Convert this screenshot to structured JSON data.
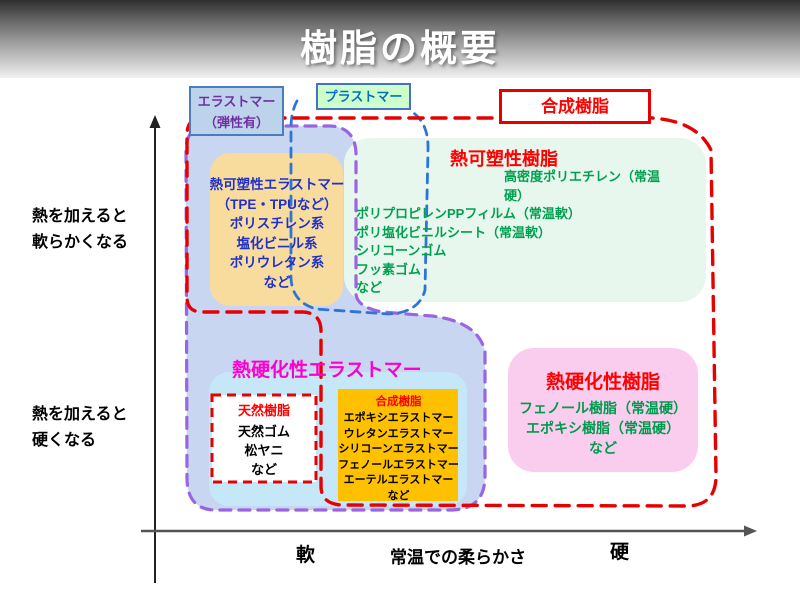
{
  "title": "樹脂の概要",
  "legend_boxes": {
    "elastomer": {
      "line1": "エラストマー",
      "line2": "（弾性有）"
    },
    "plastomer": {
      "label": "プラストマー"
    },
    "synthetic_resin": {
      "label": "合成樹脂"
    }
  },
  "axes": {
    "y_upper_line1": "熱を加えると",
    "y_upper_line2": "軟らかくなる",
    "y_lower_line1": "熱を加えると",
    "y_lower_line2": "硬くなる",
    "x_left": "軟",
    "x_center": "常温での柔らかさ",
    "x_right": "硬"
  },
  "regions": {
    "thermoplastic_resin": {
      "title": "熱可塑性樹脂",
      "items_indented": [
        "高密度ポリエチレン（常温",
        "硬）"
      ],
      "items": [
        "ポリプロピレンPPフィルム（常温軟）",
        "ポリ塩化ビニルシート（常温軟）",
        "シリコーンゴム",
        "フッ素ゴム",
        "など"
      ]
    },
    "thermoplastic_elastomer": {
      "lines": [
        "熱可塑性エラストマー",
        "（TPE・TPUなど）",
        "ポリスチレン系",
        "塩化ビニル系",
        "ポリウレタン系",
        "など"
      ]
    },
    "thermosetting_elastomer": {
      "title": "熱硬化性エラストマー"
    },
    "natural_resin": {
      "title": "天然樹脂",
      "items": [
        "天然ゴム",
        "松ヤニ",
        "など"
      ]
    },
    "synthetic_elastomer": {
      "title": "合成樹脂",
      "items": [
        "エポキシエラストマー",
        "ウレタンエラストマー",
        "シリコーンエラストマー",
        "フェノールエラストマー",
        "エーテルエラストマー",
        "など"
      ]
    },
    "thermosetting_resin": {
      "title": "熱硬化性樹脂",
      "items": [
        "フェノール樹脂（常温硬）",
        "エポキシ樹脂（常温硬）",
        "など"
      ]
    }
  },
  "colors": {
    "synthetic_outline_red": "#e60000",
    "elastomer_outline_purple": "#9a66e0",
    "plastomer_outline_blue": "#2e75d6",
    "elastomer_fill": "#c8d6f2",
    "thermoset_elastomer_fill": "#c6e7f8",
    "thermoplastic_fill": "#e8f7ee",
    "tpe_box_fill": "#f8dc9e",
    "synthetic_elastomer_fill": "#ffc000",
    "thermoset_resin_fill": "#facdef",
    "title_red": "#ff0000",
    "item_green": "#00a050",
    "tpe_text_blue": "#2030c8",
    "thermoset_elastomer_magenta": "#ff00cc"
  }
}
